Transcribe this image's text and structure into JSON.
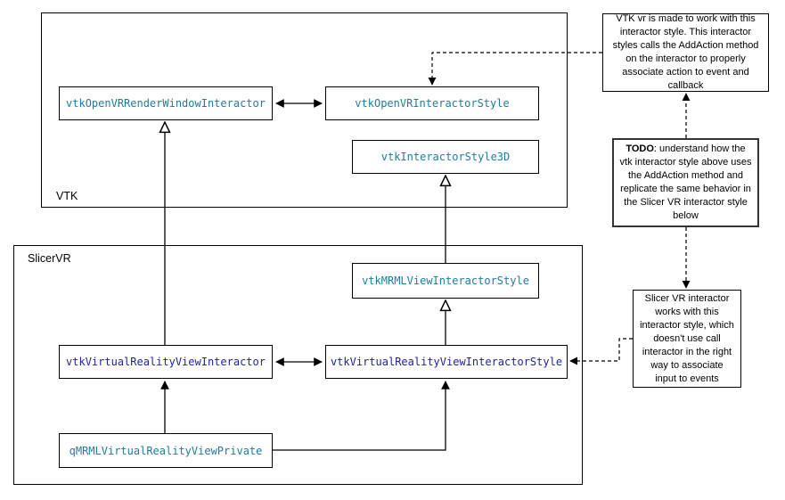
{
  "diagram": {
    "background": "#ffffff",
    "colors": {
      "class_name_teal": "#1f7c9c",
      "class_name_navy": "#2121a6",
      "line": "#000000",
      "note_text": "#000000"
    },
    "containers": {
      "vtk": {
        "label": "VTK"
      },
      "slicervr": {
        "label": "SlicerVR"
      }
    },
    "nodes": {
      "open_vr_render_window_interactor": {
        "label": "vtkOpenVRRenderWindowInteractor",
        "color": "teal"
      },
      "open_vr_interactor_style": {
        "label": "vtkOpenVRInteractorStyle",
        "color": "teal"
      },
      "interactor_style_3d": {
        "label": "vtkInteractorStyle3D",
        "color": "teal"
      },
      "mrml_view_interactor_style": {
        "label": "vtkMRMLViewInteractorStyle",
        "color": "teal"
      },
      "virtual_reality_view_interactor": {
        "label": "vtkVirtualRealityViewInteractor",
        "color": "navy"
      },
      "virtual_reality_view_interactor_style": {
        "label": "vtkVirtualRealityViewInteractorStyle",
        "color": "navy"
      },
      "qmrml_virtual_reality_view_private": {
        "label": "qMRMLVirtualRealityViewPrivate",
        "color": "teal"
      }
    },
    "notes": {
      "vtk_note": {
        "text": "VTK vr is made to work with this\ninteractor style. This interactor\nstyles calls the AddAction method\non the interactor to properly\nassociate action to event and\ncallback"
      },
      "todo_note": {
        "label": "TODO",
        "text": ": understand how the\nvtk interactor style above uses\nthe AddAction method and\nreplicate the same behavior in\nthe Slicer VR interactor style\nbelow"
      },
      "slicer_note": {
        "text": "Slicer VR interactor\nworks with this\ninteractor style, which\ndoesn't use call\ninteractor in the right\nway to associate\ninput to events"
      }
    },
    "connectors": {
      "association_top": "vtkOpenVRRenderWindowInteractor <-> vtkOpenVRInteractorStyle",
      "association_bottom": "vtkVirtualRealityViewInteractor <-> vtkVirtualRealityViewInteractorStyle",
      "inheritance_1": "vtkVirtualRealityViewInteractor -|> vtkOpenVRRenderWindowInteractor",
      "inheritance_2": "vtkMRMLViewInteractorStyle -|> vtkInteractorStyle3D",
      "inheritance_3": "vtkVirtualRealityViewInteractorStyle -|> vtkMRMLViewInteractorStyle",
      "private_to_interactor": "qMRMLVirtualRealityViewPrivate -> vtkVirtualRealityViewInteractor",
      "private_to_style": "qMRMLVirtualRealityViewPrivate -> vtkVirtualRealityViewInteractorStyle",
      "note_to_openvr_style": "dashed: VTK note -> vtkOpenVRInteractorStyle",
      "todo_to_vtk_note": "dashed: TODO note -> VTK note",
      "todo_to_slicer_note": "dashed: TODO note -> Slicer note",
      "note_to_vrv_style": "dashed: Slicer note -> vtkVirtualRealityViewInteractorStyle"
    }
  }
}
